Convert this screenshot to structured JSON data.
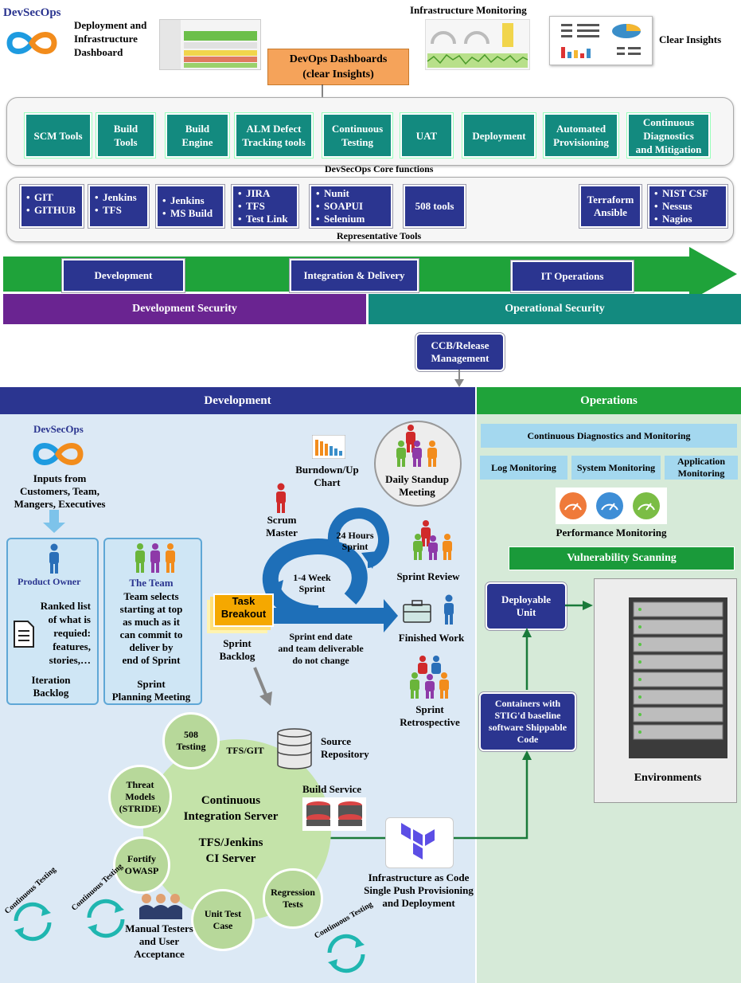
{
  "header": {
    "brand": "DevSecOps",
    "deploy_dashboard": [
      "Deployment and",
      "Infrastructure",
      "Dashboard"
    ],
    "infra_monitoring": "Infrastructure Monitoring",
    "clear_insights": "Clear Insights",
    "dashboards_box": [
      "DevOps Dashboards",
      "(clear Insights)"
    ]
  },
  "core": {
    "caption": "DevSecOps Core functions",
    "items": [
      [
        "SCM Tools"
      ],
      [
        "Build",
        "Tools"
      ],
      [
        "Build",
        "Engine"
      ],
      [
        "ALM Defect",
        "Tracking tools"
      ],
      [
        "Continuous",
        "Testing"
      ],
      [
        "UAT"
      ],
      [
        "Deployment"
      ],
      [
        "Automated",
        "Provisioning"
      ],
      [
        "Continuous",
        "Diagnostics",
        "and Mitigation"
      ]
    ]
  },
  "tools": {
    "caption": "Representative Tools",
    "groups": [
      [
        "GIT",
        "GITHUB"
      ],
      [
        "Jenkins",
        "TFS"
      ],
      [
        "Jenkins",
        "MS Build"
      ],
      [
        "JIRA",
        "TFS",
        "Test Link"
      ],
      [
        "Nunit",
        "SOAPUI",
        "Selenium"
      ],
      [
        "NIST CSF",
        "Nessus",
        "Nagios"
      ]
    ],
    "tools508": "508 tools",
    "terraform": [
      "Terraform",
      "Ansible"
    ]
  },
  "pipeline": {
    "development": "Development",
    "integration": "Integration & Delivery",
    "it_ops": "IT Operations",
    "dev_security": "Development Security",
    "ops_security": "Operational Security",
    "ccb": [
      "CCB/Release",
      "Management"
    ]
  },
  "bottom": {
    "dev_header": "Development",
    "ops_header": "Operations",
    "brand": "DevSecOps",
    "inputs": [
      "Inputs from",
      "Customers, Team,",
      "Mangers, Executives"
    ],
    "product_owner": "Product Owner",
    "ranked": [
      "Ranked list",
      "of what is",
      "requied:",
      "features,",
      "stories,…"
    ],
    "iteration_backlog": [
      "Iteration",
      "Backlog"
    ],
    "the_team": "The Team",
    "team_selects": [
      "Team selects",
      "starting at top",
      "as much as it",
      "can commit to",
      "deliver  by",
      "end of Sprint"
    ],
    "sprint_planning": [
      "Sprint",
      "Planning Meeting"
    ],
    "task_breakout": [
      "Task",
      "Breakout"
    ],
    "sprint_backlog": [
      "Sprint",
      "Backlog"
    ],
    "scrum_master": [
      "Scrum",
      "Master"
    ],
    "burndown": [
      "Burndown/Up",
      "Chart"
    ],
    "daily_standup": [
      "Daily Standup",
      "Meeting"
    ],
    "hours24": [
      "24 Hours",
      "Sprint"
    ],
    "week_sprint": [
      "1-4 Week",
      "Sprint"
    ],
    "sprint_review": "Sprint Review",
    "finished_work": "Finished Work",
    "sprint_end": [
      "Sprint end date",
      "and team deliverable",
      "do not change"
    ],
    "retrospective": [
      "Sprint",
      "Retrospective"
    ],
    "testing508": [
      "508",
      "Testing"
    ],
    "tfs_git": "TFS/GIT",
    "source_repo": [
      "Source",
      "Repository"
    ],
    "build_service": "Build Service",
    "threat_models": [
      "Threat",
      "Models",
      "(STRIDE)"
    ],
    "ci_server": [
      "Continuous",
      "Integration Server"
    ],
    "tfs_jenkins": [
      "TFS/Jenkins",
      "CI Server"
    ],
    "fortify": [
      "Fortify",
      "OWASP"
    ],
    "unit_test": [
      "Unit Test",
      "Case"
    ],
    "regression": [
      "Regression",
      "Tests"
    ],
    "manual_testers": [
      "Manual Testers",
      "and User",
      "Acceptance"
    ],
    "continuous_testing": "Continuous Testing",
    "iac": [
      "Infrastructure as Code",
      "Single Push Provisioning",
      "and Deployment"
    ],
    "cdm": "Continuous Diagnostics and Monitoring",
    "log_mon": "Log Monitoring",
    "sys_mon": "System Monitoring",
    "app_mon": [
      "Application",
      "Monitoring"
    ],
    "perf_mon": "Performance Monitoring",
    "vuln_scan": "Vulnerability Scanning",
    "deployable": [
      "Deployable",
      "Unit"
    ],
    "containers": [
      "Containers with",
      "STIG'd baseline",
      "software Shippable",
      "Code"
    ],
    "environments": "Environments"
  },
  "colors": {
    "teal": "#138a7f",
    "navy": "#2b3590",
    "green": "#1fa33a",
    "purple": "#6a2491",
    "orange": "#f5a35a"
  }
}
